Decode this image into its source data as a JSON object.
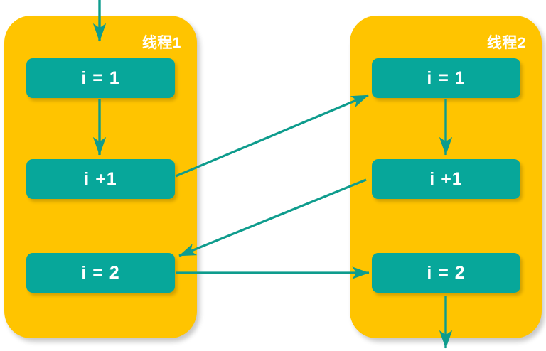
{
  "diagram": {
    "title_text_color": "#FFFFFF",
    "panel_color": "#FFC400",
    "box_color": "#07A79A",
    "arrow_color": "#0E9C8D",
    "background": "#FFFFFF",
    "threads": [
      {
        "label": "线程1",
        "steps": [
          {
            "text": "i = 1"
          },
          {
            "text": "i +1"
          },
          {
            "text": "i = 2"
          }
        ]
      },
      {
        "label": "线程2",
        "steps": [
          {
            "text": "i = 1"
          },
          {
            "text": "i +1"
          },
          {
            "text": "i = 2"
          }
        ]
      }
    ],
    "connectors": [
      {
        "name": "entry-arrow",
        "from": "outside-top",
        "to": "thread1-step1"
      },
      {
        "name": "thread1-step1-to-step2",
        "from": "thread1-step1",
        "to": "thread1-step2"
      },
      {
        "name": "thread1-step2-to-step3",
        "from": "thread1-step2",
        "to": "thread1-step3"
      },
      {
        "name": "thread2-step1-to-step2",
        "from": "thread2-step1",
        "to": "thread2-step2"
      },
      {
        "name": "thread1-step2-to-thread2-step1",
        "from": "thread1-step2",
        "to": "thread2-step1"
      },
      {
        "name": "thread2-step2-to-thread1-step3",
        "from": "thread2-step2",
        "to": "thread1-step3"
      },
      {
        "name": "thread1-step3-to-thread2-step3",
        "from": "thread1-step3",
        "to": "thread2-step3"
      },
      {
        "name": "exit-arrow",
        "from": "thread2-step3",
        "to": "outside-bottom"
      }
    ]
  }
}
